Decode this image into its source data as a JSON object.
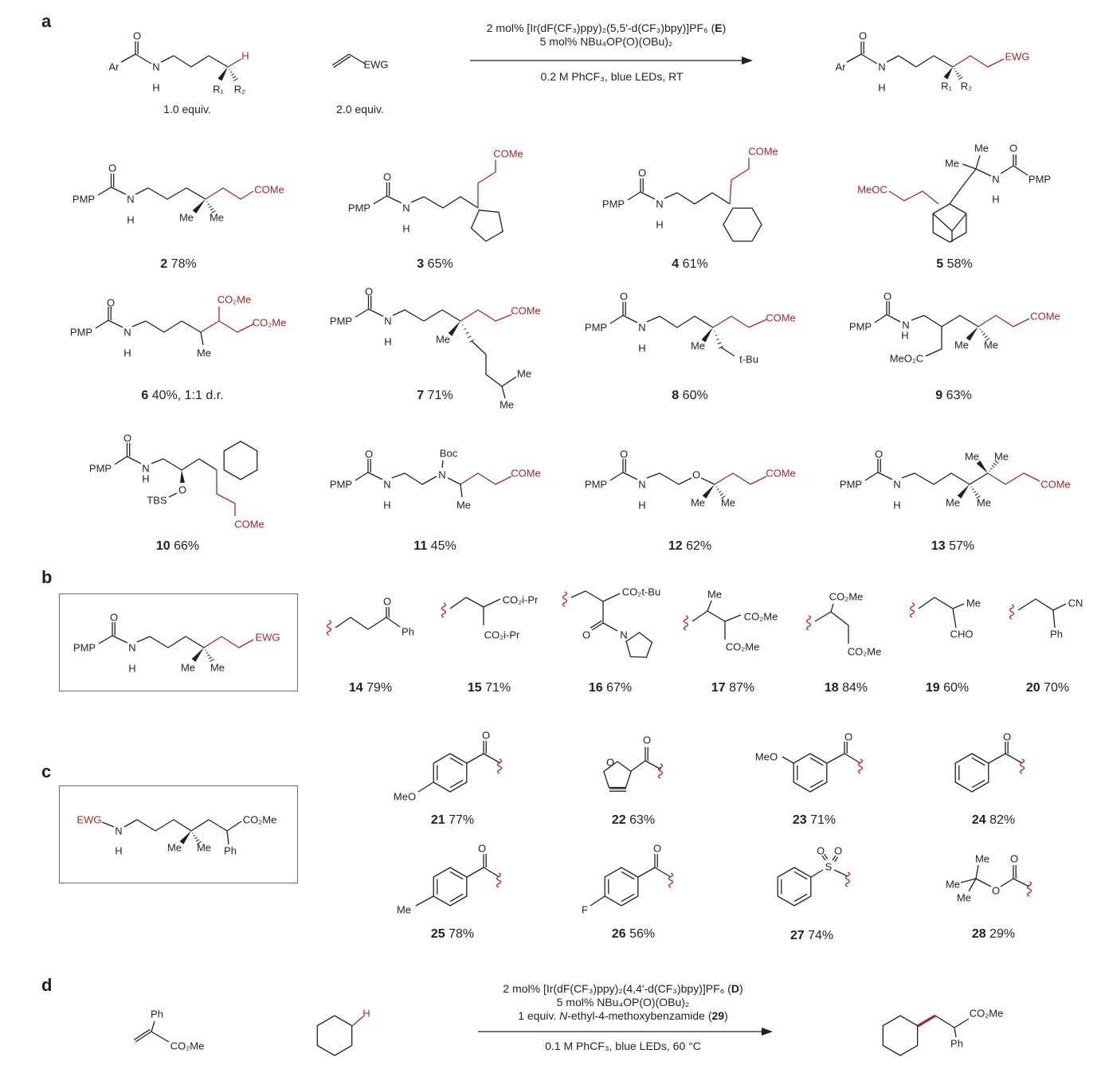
{
  "sections": {
    "a": "a",
    "b": "b",
    "c": "c",
    "d": "d"
  },
  "reaction_a": {
    "conditions_line1": "2 mol% [Ir(dF(CF₃)ppy)₂(5,5′-d(CF₃)bpy)]PF₆ (",
    "catalyst": "E",
    "conditions_line1_end": ")",
    "conditions_line2": "5 mol% NBu₄OP(O)(OBu)₂",
    "conditions_below": "0.2 M PhCF₃, blue LEDs, RT",
    "equiv_substrate": "1.0 equiv.",
    "equiv_alkene": "2.0 equiv."
  },
  "reaction_d": {
    "conditions_line1": "2 mol% [Ir(dF(CF₃)ppy)₂(4,4′-d(CF₃)bpy)]PF₆ (",
    "catalyst": "D",
    "conditions_line1_end": ")",
    "conditions_line2": "5 mol% NBu₄OP(O)(OBu)₂",
    "conditions_line3_pre": "1 equiv. ",
    "conditions_line3_italic": "N",
    "conditions_line3_mid": "-ethyl-4-methoxybenzamide (",
    "conditions_line3_bold": "29",
    "conditions_line3_end": ")",
    "conditions_below": "0.1 M PhCF₃, blue LEDs, 60 °C"
  },
  "structures": {
    "sm": {
      "labels": [
        "Ar",
        "O",
        "N",
        "H",
        "H",
        "R₁",
        "R₂"
      ]
    },
    "alkene": {
      "labels": [
        "EWG"
      ]
    },
    "prod": {
      "labels": [
        "Ar",
        "O",
        "N",
        "H",
        "R₁",
        "R₂",
        "EWG"
      ]
    },
    "c2": {
      "labels": [
        "PMP",
        "O",
        "N",
        "H",
        "Me",
        "Me",
        "COMe"
      ]
    },
    "c3": {
      "labels": [
        "PMP",
        "O",
        "N",
        "H",
        "COMe"
      ]
    },
    "c4": {
      "labels": [
        "PMP",
        "O",
        "N",
        "H",
        "COMe"
      ]
    },
    "c5": {
      "labels": [
        "MeOC",
        "Me",
        "Me",
        "O",
        "N",
        "H",
        "PMP"
      ]
    },
    "c6": {
      "labels": [
        "PMP",
        "O",
        "N",
        "H",
        "Me",
        "CO₂Me",
        "CO₂Me"
      ]
    },
    "c7": {
      "labels": [
        "PMP",
        "O",
        "N",
        "H",
        "Me",
        "Me",
        "Me",
        "COMe"
      ]
    },
    "c8": {
      "labels": [
        "PMP",
        "O",
        "N",
        "H",
        "Me",
        "t-Bu",
        "COMe"
      ]
    },
    "c9": {
      "labels": [
        "PMP",
        "O",
        "N",
        "H",
        "Me",
        "Me",
        "MeO₂C",
        "COMe"
      ]
    },
    "c10": {
      "labels": [
        "PMP",
        "O",
        "N",
        "H",
        "TBS",
        "O",
        "COMe"
      ]
    },
    "c11": {
      "labels": [
        "PMP",
        "O",
        "N",
        "H",
        "N",
        "Boc",
        "Me",
        "COMe"
      ]
    },
    "c12": {
      "labels": [
        "PMP",
        "O",
        "N",
        "H",
        "O",
        "Me",
        "Me",
        "COMe"
      ]
    },
    "c13": {
      "labels": [
        "PMP",
        "O",
        "N",
        "H",
        "Me",
        "Me",
        "Me",
        "Me",
        "COMe"
      ]
    },
    "boxb": {
      "labels": [
        "PMP",
        "O",
        "N",
        "H",
        "Me",
        "Me",
        "EWG"
      ]
    },
    "c14": {
      "labels": [
        "O",
        "Ph"
      ]
    },
    "c15": {
      "labels": [
        "CO₂i-Pr",
        "CO₂i-Pr"
      ]
    },
    "c16": {
      "labels": [
        "CO₂t-Bu",
        "O",
        "N"
      ]
    },
    "c17": {
      "labels": [
        "Me",
        "CO₂Me",
        "CO₂Me"
      ]
    },
    "c18": {
      "labels": [
        "CO₂Me",
        "CO₂Me"
      ]
    },
    "c19": {
      "labels": [
        "Me",
        "CHO"
      ]
    },
    "c20": {
      "labels": [
        "CN",
        "Ph"
      ]
    },
    "boxc": {
      "labels": [
        "EWG",
        "N",
        "H",
        "Me",
        "Me",
        "Ph",
        "CO₂Me"
      ]
    },
    "c21": {
      "labels": [
        "MeO",
        "O"
      ]
    },
    "c22": {
      "labels": [
        "O",
        "O"
      ]
    },
    "c23": {
      "labels": [
        "MeO",
        "O"
      ]
    },
    "c24": {
      "labels": [
        "O"
      ]
    },
    "c25": {
      "labels": [
        "Me",
        "O"
      ]
    },
    "c26": {
      "labels": [
        "F",
        "O"
      ]
    },
    "c27": {
      "labels": [
        "S",
        "O",
        "O"
      ]
    },
    "c28": {
      "labels": [
        "Me",
        "Me",
        "Me",
        "O",
        "O"
      ]
    },
    "d_alkene": {
      "labels": [
        "Ph",
        "CO₂Me"
      ]
    },
    "d_cyhex": {
      "labels": [
        "H"
      ]
    },
    "d_prod": {
      "labels": [
        "CO₂Me",
        "Ph"
      ]
    }
  },
  "yields": [
    {
      "id": "2",
      "value": "78%"
    },
    {
      "id": "3",
      "value": "65%"
    },
    {
      "id": "4",
      "value": "61%"
    },
    {
      "id": "5",
      "value": "58%"
    },
    {
      "id": "6",
      "value": "40%, 1:1 d.r."
    },
    {
      "id": "7",
      "value": "71%"
    },
    {
      "id": "8",
      "value": "60%"
    },
    {
      "id": "9",
      "value": "63%"
    },
    {
      "id": "10",
      "value": "66%"
    },
    {
      "id": "11",
      "value": "45%"
    },
    {
      "id": "12",
      "value": "62%"
    },
    {
      "id": "13",
      "value": "57%"
    },
    {
      "id": "14",
      "value": "79%"
    },
    {
      "id": "15",
      "value": "71%"
    },
    {
      "id": "16",
      "value": "67%"
    },
    {
      "id": "17",
      "value": "87%"
    },
    {
      "id": "18",
      "value": "84%"
    },
    {
      "id": "19",
      "value": "60%"
    },
    {
      "id": "20",
      "value": "70%"
    },
    {
      "id": "21",
      "value": "77%"
    },
    {
      "id": "22",
      "value": "63%"
    },
    {
      "id": "23",
      "value": "71%"
    },
    {
      "id": "24",
      "value": "82%"
    },
    {
      "id": "25",
      "value": "78%"
    },
    {
      "id": "26",
      "value": "56%"
    },
    {
      "id": "27",
      "value": "74%"
    },
    {
      "id": "28",
      "value": "29%"
    }
  ],
  "colors": {
    "bond": "#231f20",
    "highlight": "#a3262f",
    "wavy": "#c2185b",
    "box": "#6d6e70"
  }
}
